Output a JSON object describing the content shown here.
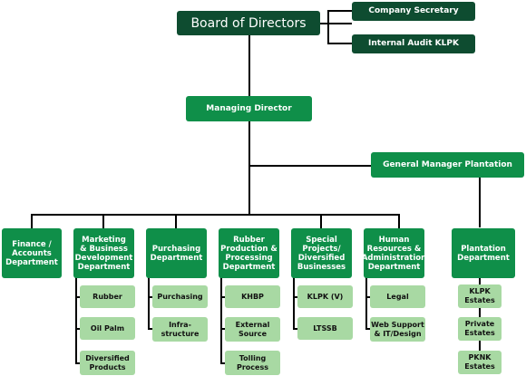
{
  "board": "Board of Directors",
  "company_secretary": "Company Secretary",
  "internal_audit": "Internal Audit KLPK",
  "managing_director": "Managing Director",
  "gm_plantation": "General Manager Plantation",
  "departments": {
    "finance": "Finance /\nAccounts\nDepartment",
    "marketing": "Marketing\n& Business\nDevelopment\nDepartment",
    "purchasing": "Purchasing\nDepartment",
    "rubber_production": "Rubber\nProduction &\nProcessing\nDepartment",
    "special_projects": "Special\nProjects/\nDiversified\nBusinesses",
    "human_resources": "Human\nResources &\nAdministration\nDepartment",
    "plantation": "Plantation\nDepartment"
  },
  "units": {
    "marketing": [
      "Rubber",
      "Oil Palm",
      "Diversified\nProducts"
    ],
    "purchasing": [
      "Purchasing",
      "Infra-\nstructure"
    ],
    "rubber_production": [
      "KHBP",
      "External\nSource",
      "Tolling\nProcess"
    ],
    "special_projects": [
      "KLPK (V)",
      "LTSSB"
    ],
    "human_resources": [
      "Legal",
      "Web Support\n& IT/Design"
    ],
    "plantation": [
      "KLPK\nEstates",
      "Private\nEstates",
      "PKNK\nEstates"
    ]
  }
}
